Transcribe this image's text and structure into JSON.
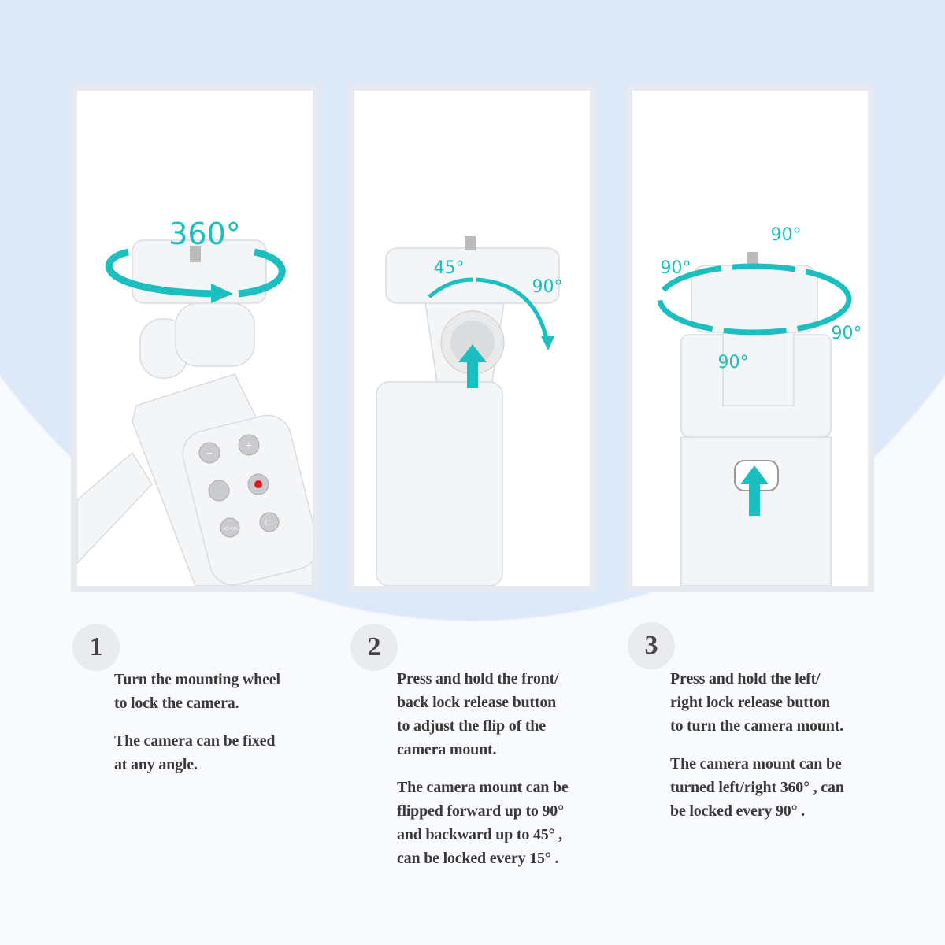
{
  "colors": {
    "accent": "#1bbfc0",
    "background_blue": "#dde9f9"
  },
  "panels": [
    {
      "angle_labels": [
        "360°"
      ]
    },
    {
      "angle_labels": [
        "45°",
        "90°"
      ]
    },
    {
      "angle_labels": [
        "90°",
        "90°",
        "90°",
        "90°"
      ]
    }
  ],
  "remote_buttons": [
    "−",
    "+",
    "AF-ON",
    "C1"
  ],
  "steps": [
    {
      "number": "1",
      "lines": [
        "Turn the mounting wheel\nto lock the camera.",
        "The camera can be fixed\nat any angle."
      ]
    },
    {
      "number": "2",
      "lines": [
        "Press and hold the front/\nback lock release button\nto adjust the flip of the\ncamera mount.",
        "The camera mount can be\nflipped forward up to 90°\nand backward up to 45° ,\ncan be locked every 15° ."
      ]
    },
    {
      "number": "3",
      "lines": [
        "Press and hold the left/\nright lock release button\nto turn the camera mount.",
        "The camera mount can be\nturned left/right 360° , can\nbe locked every 90° ."
      ]
    }
  ]
}
